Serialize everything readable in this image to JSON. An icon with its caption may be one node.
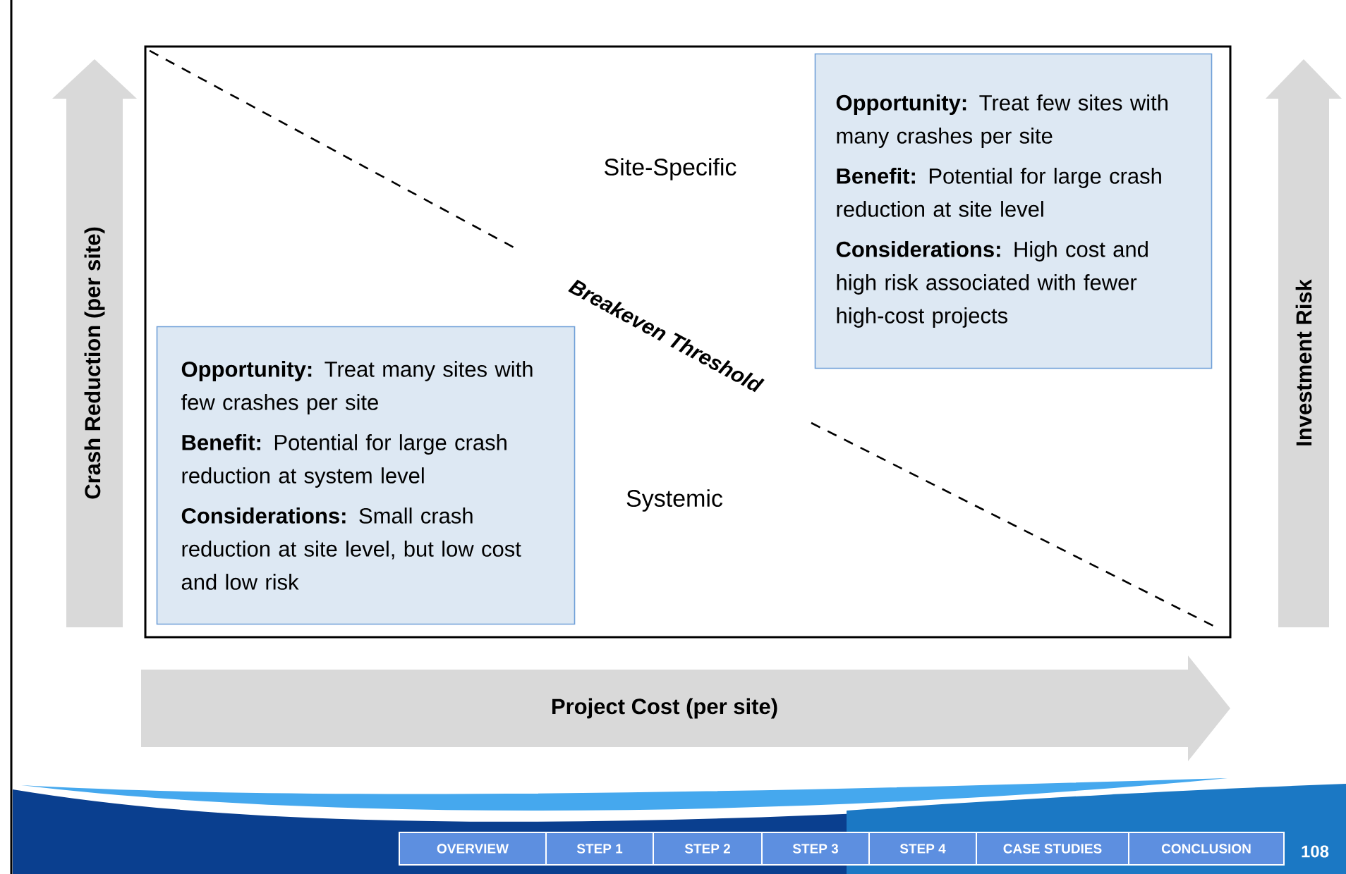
{
  "diagram": {
    "nodes": [
      {
        "text": [],
        "shape": "box"
      },
      {
        "text": [
          "**Opportunity:** Treat few sites with many crashes per site",
          "**Benefit:** Potential for large crash reduction at site level",
          "**Considerations:** High cost and high risk associated with fewer high-cost projects"
        ],
        "in": 0
      },
      {
        "text": [
          "**Opportunity:** Treat many sites with few crashes per site",
          "**Benefit:** Potential for large crash reduction at system level",
          "**Considerations:** Small crash reduction at site level, but low cost and low risk"
        ],
        "in": 0
      },
      {
        "text": [
          "Crash Reduction (per site)"
        ]
      },
      {
        "text": [
          "Investment Risk"
        ]
      },
      {
        "text": [
          "Project Cost (per site)"
        ]
      },
      {
        "text": [
          "OVERVIEW"
        ]
      },
      {
        "text": [
          "STEP 1"
        ]
      },
      {
        "text": [
          "STEP 2"
        ]
      },
      {
        "text": [
          "STEP 3"
        ]
      },
      {
        "text": [
          "STEP 4"
        ]
      },
      {
        "text": [
          "CASE STUDIES"
        ]
      },
      {
        "text": [
          "CONCLUSION"
        ]
      }
    ],
    "labels": [
      "Site-Specific",
      "Breakeven Threshold",
      "Systemic",
      "108"
    ]
  }
}
